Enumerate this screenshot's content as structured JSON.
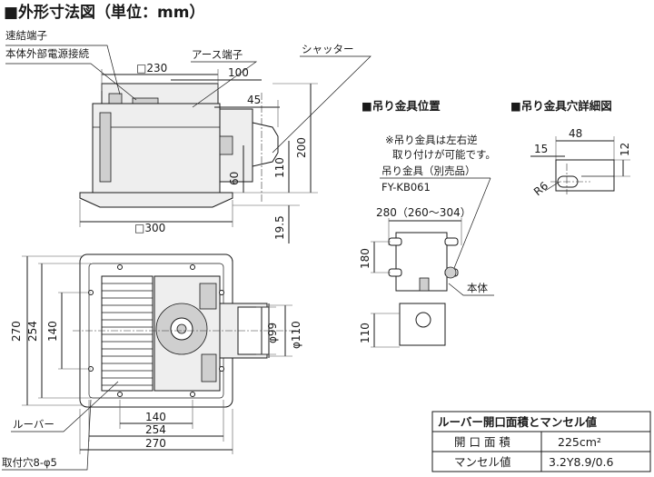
{
  "title": "■外形寸法図（単位：mm）",
  "side_view": {
    "labels": {
      "renketsu": "速結端子",
      "power": "本体外部電源接続",
      "earth": "アース端子",
      "shutter": "シャッター"
    },
    "dims": {
      "w230": "□230",
      "d100": "100",
      "d45": "45",
      "d60": "60",
      "d110": "110",
      "d200": "200",
      "d19_5": "19.5",
      "w300": "□300"
    }
  },
  "plan_view": {
    "labels": {
      "louver": "ルーバー",
      "holes": "取付穴8-φ5"
    },
    "dims": {
      "v270": "270",
      "v254": "254",
      "v140": "140",
      "phi99": "φ99",
      "phi110": "φ110",
      "h140": "140",
      "h254": "254",
      "h270": "270"
    }
  },
  "hanger_position": {
    "heading": "■吊り金具位置",
    "note_line1": "※吊り金具は左右逆",
    "note_line2": "取り付けが可能です。",
    "part_line1": "吊り金具（別売品）",
    "part_line2": "FY-KB061",
    "dims": {
      "w280": "280（260〜304）",
      "h180": "180",
      "h110": "110"
    },
    "body_label": "本体"
  },
  "hole_detail": {
    "heading": "■吊り金具穴詳細図",
    "dims": {
      "d48": "48",
      "d15": "15",
      "d12": "12",
      "r6": "R6"
    }
  },
  "spec_table": {
    "title": "ルーバー開口面積とマンセル値",
    "rows": [
      {
        "label": "開 口 面 積",
        "value": "225cm²"
      },
      {
        "label": "マンセル値",
        "value": "3.2Y8.9/0.6"
      }
    ]
  }
}
